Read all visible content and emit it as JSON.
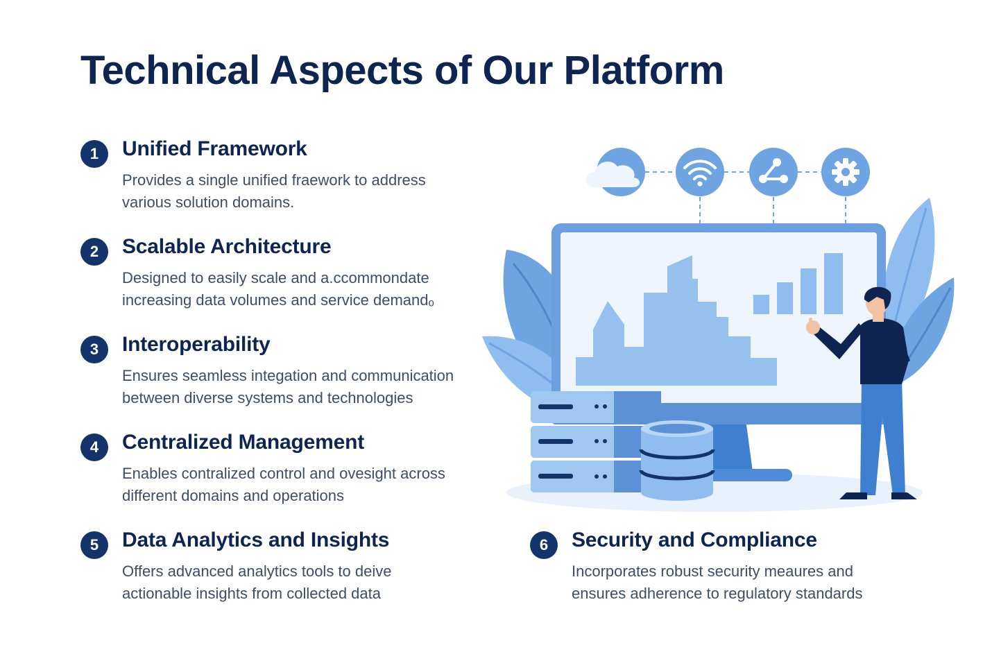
{
  "title": "Technical Aspects of Our Platform",
  "features": [
    {
      "number": "1",
      "title": "Unified Framework",
      "description_line1": "Provides a single unified fraework to address",
      "description_line2": "various solution domains."
    },
    {
      "number": "2",
      "title": "Scalable Architecture",
      "description_line1": "Designed to easily scale and a.ccommondate",
      "description_line2": "increasing data volumes and service demandₒ"
    },
    {
      "number": "3",
      "title": "Interoperability",
      "description_line1": "Ensures seamless integation and communication",
      "description_line2": "between diverse systems and technologies"
    },
    {
      "number": "4",
      "title": "Centralized Management",
      "description_line1": "Enables contralized control and ovesight across",
      "description_line2": "different domains and operations"
    },
    {
      "number": "5",
      "title": "Data Analytics and Insights",
      "description_line1": "Offers advanced analytics tools to deive",
      "description_line2": "actionable insights from collected data"
    },
    {
      "number": "6",
      "title": "Security and Compliance",
      "description_line1": "Incorporates robust security meaures and",
      "description_line2": "ensures adherence to regulatory standards"
    }
  ],
  "illustration": {
    "icons": [
      "cloud-icon",
      "wifi-icon",
      "network-share-icon",
      "gear-icon"
    ],
    "colors": {
      "navy": "#0d2550",
      "primary_blue": "#3f7fd0",
      "light_blue": "#8fbdf0",
      "pale_blue": "#e8f1fc"
    }
  }
}
